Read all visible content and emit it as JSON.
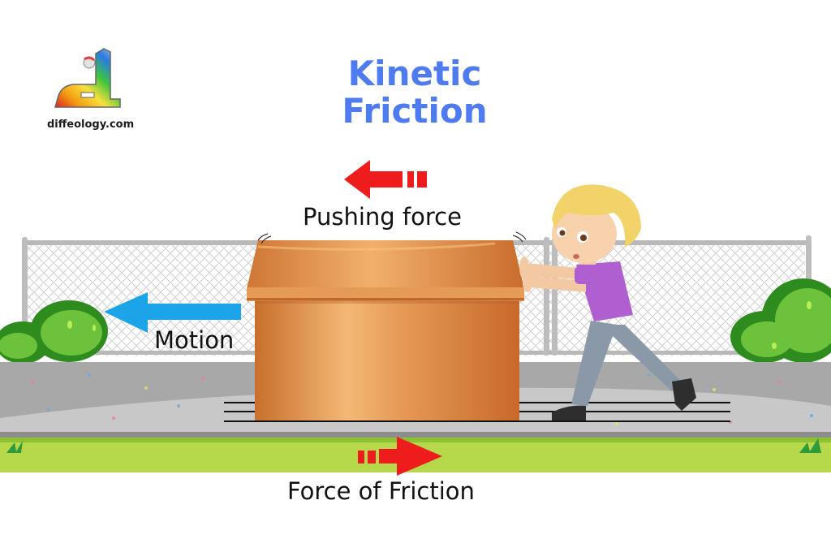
{
  "title": {
    "line1": "Kinetic",
    "line2": "Friction",
    "color": "#4f7bf0"
  },
  "brand": {
    "logo_icon": "rainbow-d-logo-icon",
    "text": "diffeology.com"
  },
  "labels": {
    "pushing_force": "Pushing force",
    "motion": "Motion",
    "force_of_friction": "Force of Friction"
  },
  "arrows": {
    "pushing_force": {
      "direction": "left",
      "color": "#ee1c1c"
    },
    "motion": {
      "direction": "left",
      "color": "#1ba4e8"
    },
    "force_of_friction": {
      "direction": "right",
      "color": "#ee1c1c"
    }
  },
  "scene": {
    "elements": [
      "chain-link fence",
      "bushes",
      "wooden box",
      "boy pushing box",
      "paved sidewalk with confetti",
      "grass strip",
      "motion lines under box"
    ],
    "colors": {
      "box": "#d8853f",
      "shirt": "#b05fd0",
      "pants": "#8a98a8",
      "hair": "#f2d36a",
      "pavement_dark": "#a8a8a8",
      "pavement_light": "#c8c8c8",
      "grass": "#b5d94a",
      "bush_dark": "#2e8b1e",
      "bush_light": "#6cc23a"
    }
  }
}
